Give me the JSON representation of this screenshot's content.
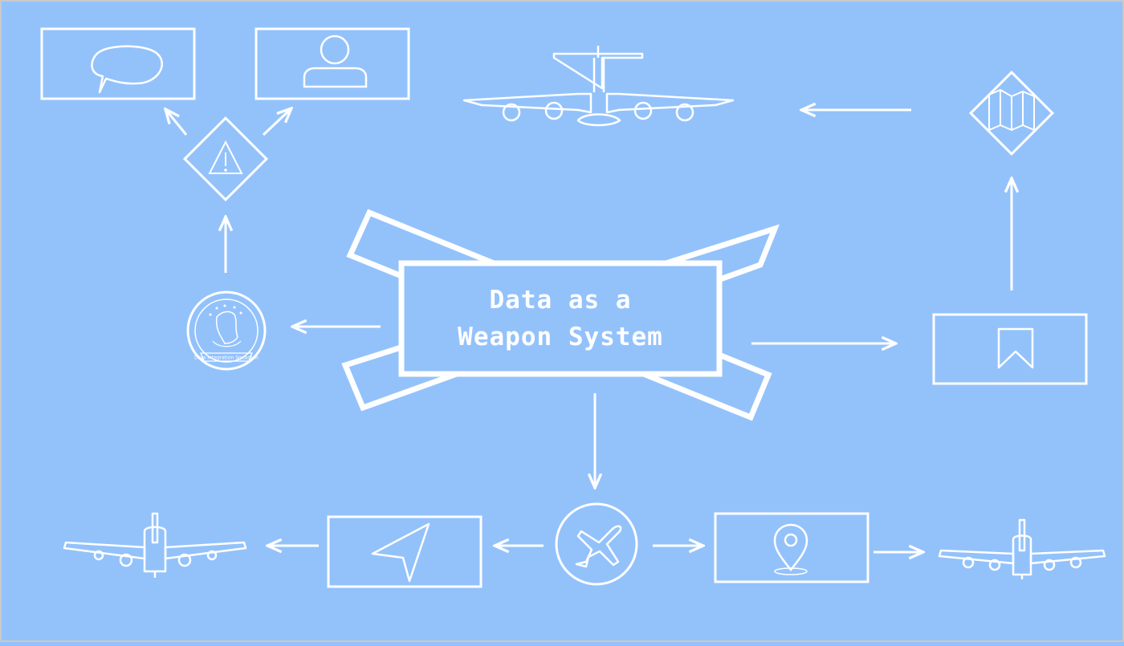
{
  "diagram": {
    "title_line1": "Data as a",
    "title_line2": "Weapon System",
    "seal_text": "Data Integration Squadron",
    "colors": {
      "background": "#93c2fb",
      "stroke": "#ffffff"
    },
    "icons": [
      "chat-bubble-icon",
      "user-icon",
      "warning-icon",
      "cargo-plane-icon",
      "map-icon",
      "bookmark-icon",
      "squadron-seal-icon",
      "airplane-icon",
      "navigation-arrow-icon",
      "location-pin-icon",
      "airliner-icon",
      "tanker-plane-icon"
    ]
  }
}
